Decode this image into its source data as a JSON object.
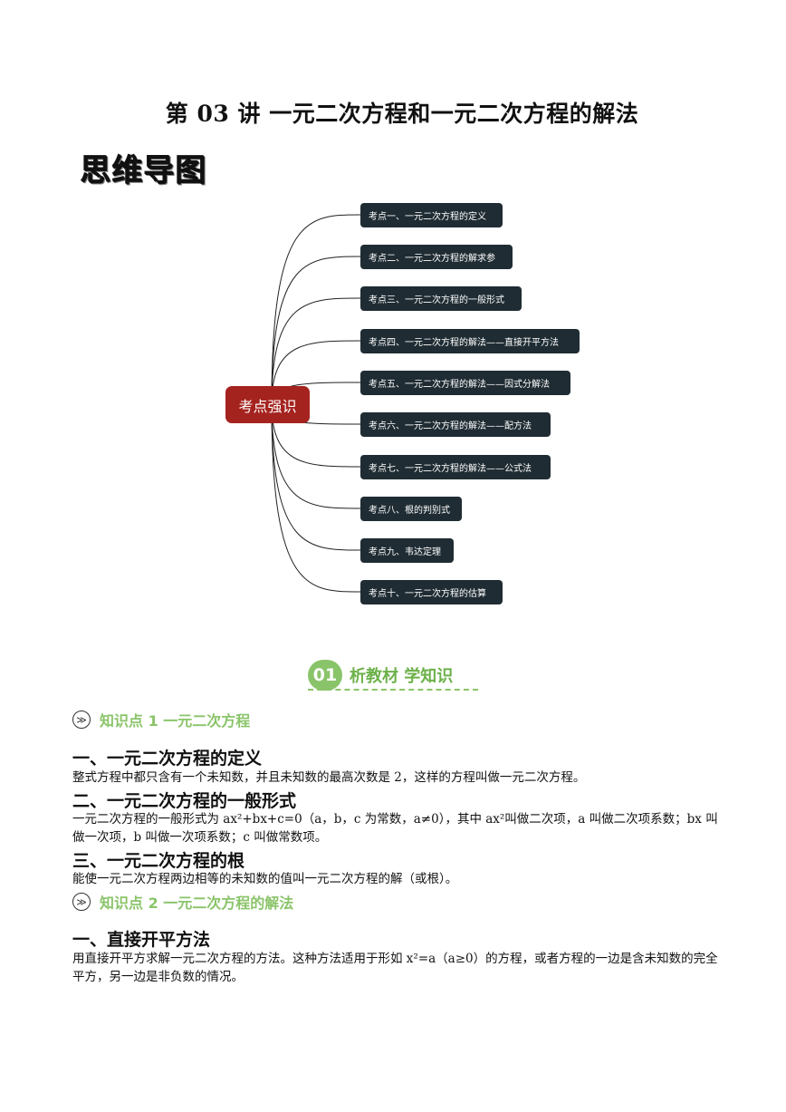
{
  "title": "第 03 讲  一元二次方程和一元二次方程的解法",
  "mindmap_heading": "思维导图",
  "mindmap": {
    "root": "考点强识",
    "branches": [
      "考点一、一元二次方程的定义",
      "考点二、一元二次方程的解求参",
      "考点三、一元二次方程的一般形式",
      "考点四、一元二次方程的解法——直接开平方法",
      "考点五、一元二次方程的解法——因式分解法",
      "考点六、一元二次方程的解法——配方法",
      "考点七、一元二次方程的解法——公式法",
      "考点八、根的判别式",
      "考点九、韦达定理",
      "考点十、一元二次方程的估算"
    ]
  },
  "section": {
    "number": "01",
    "label": "析教材 学知识"
  },
  "kp1": {
    "icon": "chevron-circle-icon",
    "label": "知识点 1  一元二次方程"
  },
  "h_def": "一、一元二次方程的定义",
  "p_def": "整式方程中都只含有一个未知数，并且未知数的最高次数是 2，这样的方程叫做一元二次方程。",
  "h_general": "二、一元二次方程的一般形式",
  "p_general": "一元二次方程的一般形式为 ax²+bx+c=0（a，b，c 为常数，a≠0），其中 ax²叫做二次项，a 叫做二次项系数；bx 叫做一次项，b 叫做一次项系数；c 叫做常数项。",
  "h_root": "三、一元二次方程的根",
  "p_root": "能使一元二次方程两边相等的未知数的值叫一元二次方程的解（或根）。",
  "kp2": {
    "icon": "chevron-circle-icon",
    "label": "知识点 2  一元二次方程的解法"
  },
  "h_sqrt": "一、直接开平方法",
  "p_sqrt": "用直接开平方求解一元二次方程的方法。这种方法适用于形如 x²=a（a≥0）的方程，或者方程的一边是含未知数的完全平方，另一边是非负数的情况。"
}
